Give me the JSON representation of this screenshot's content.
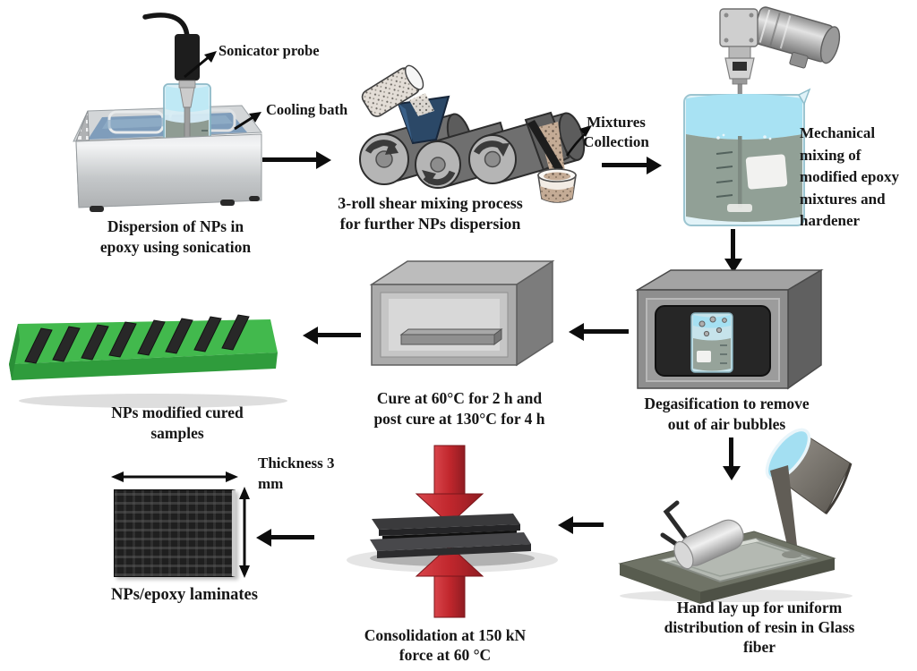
{
  "colors": {
    "background": "#ffffff",
    "text": "#161616",
    "flow_arrow": "#0d0d0d",
    "tray_green": "#3eb549",
    "press_red": "#c1272d",
    "hopper_blue": "#2b4867",
    "equipment_gray": "#8e8e8e"
  },
  "steps": {
    "sonication": {
      "caption": "Dispersion of NPs in\nepoxy using sonication",
      "probe_label": "Sonicator probe",
      "bath_label": "Cooling bath"
    },
    "three_roll": {
      "caption": "3-roll shear mixing process\nfor further NPs dispersion",
      "collection_label": "Mixtures\nCollection"
    },
    "mechanical_mixing": {
      "caption": "Mechanical\nmixing of\nmodified epoxy\nmixtures and\nhardener"
    },
    "degasification": {
      "caption": "Degasification to remove\nout of air bubbles"
    },
    "curing": {
      "caption": "Cure at 60°C for 2 h and\npost cure at 130°C for 4 h"
    },
    "cured_samples": {
      "caption": "NPs modified cured\nsamples"
    },
    "hand_layup": {
      "caption": "Hand lay up for uniform\ndistribution of resin in Glass\nfiber"
    },
    "consolidation": {
      "caption": "Consolidation at 150 kN\nforce at 60 °C"
    },
    "laminates": {
      "caption": "NPs/epoxy laminates",
      "thickness_label": "Thickness 3\nmm"
    }
  }
}
